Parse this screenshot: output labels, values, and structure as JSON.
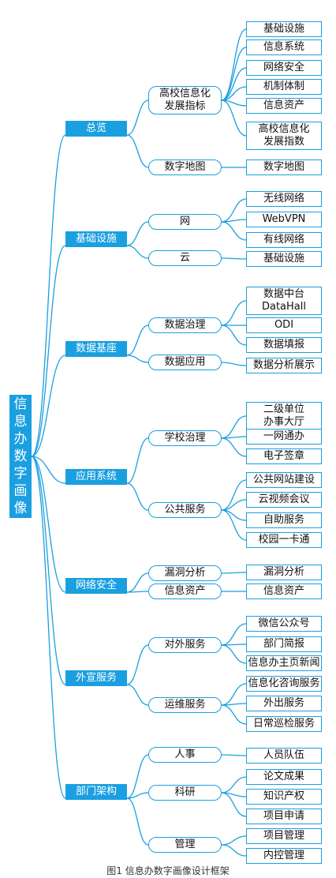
{
  "root": "信息办数字画像",
  "caption": "图1 信息办数字画像设计框架",
  "categories": [
    {
      "label": "总览",
      "groups": [
        {
          "label": "高校信息化发展指标",
          "leaves": [
            "基础设施",
            "信息系统",
            "网络安全",
            "机制体制",
            "信息资产",
            "高校信息化发展指数"
          ]
        },
        {
          "label": "数字地图",
          "leaves": [
            "数字地图"
          ]
        }
      ]
    },
    {
      "label": "基础设施",
      "groups": [
        {
          "label": "网",
          "leaves": [
            "无线网络",
            "WebVPN",
            "有线网络"
          ]
        },
        {
          "label": "云",
          "leaves": [
            "基础设施"
          ]
        }
      ]
    },
    {
      "label": "数据基座",
      "groups": [
        {
          "label": "数据治理",
          "leaves": [
            "数据中台DataHall",
            "ODI",
            "数据填报"
          ]
        },
        {
          "label": "数据应用",
          "leaves": [
            "数据分析展示"
          ]
        }
      ]
    },
    {
      "label": "应用系统",
      "groups": [
        {
          "label": "学校治理",
          "leaves": [
            "二级单位办事大厅",
            "一网通办",
            "电子签章"
          ]
        },
        {
          "label": "公共服务",
          "leaves": [
            "公共网站建设",
            "云视频会议",
            "自助服务",
            "校园一卡通"
          ]
        }
      ]
    },
    {
      "label": "网络安全",
      "groups": [
        {
          "label": "漏洞分析",
          "leaves": [
            "漏洞分析"
          ]
        },
        {
          "label": "信息资产",
          "leaves": [
            "信息资产"
          ]
        }
      ]
    },
    {
      "label": "外宣服务",
      "groups": [
        {
          "label": "对外服务",
          "leaves": [
            "微信公众号",
            "部门简报",
            "信息办主页新闻"
          ]
        },
        {
          "label": "运维服务",
          "leaves": [
            "信息化咨询服务",
            "外出服务",
            "日常巡检服务"
          ]
        }
      ]
    },
    {
      "label": "部门架构",
      "groups": [
        {
          "label": "人事",
          "leaves": [
            "人员队伍"
          ]
        },
        {
          "label": "科研",
          "leaves": [
            "论文成果",
            "知识产权",
            "项目申请"
          ]
        },
        {
          "label": "管理",
          "leaves": [
            "项目管理",
            "内控管理"
          ]
        }
      ]
    }
  ]
}
